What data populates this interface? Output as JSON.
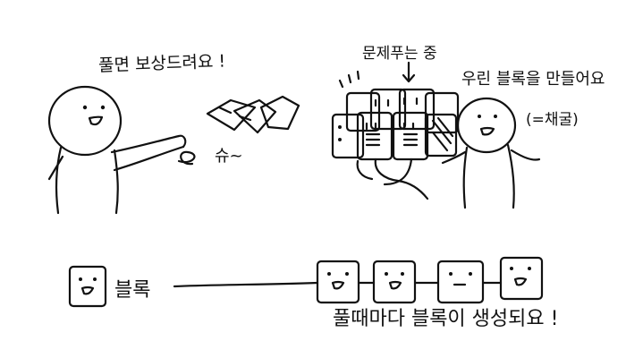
{
  "texts": {
    "reward_speech": "풀면 보상드려요 !",
    "toss_sound": "슈~",
    "solving_caption": "문제푸는 중",
    "making_blocks": "우린 블록을 만들어요",
    "mining_note": "(=채굴)",
    "block_label": "블록",
    "generated_caption": "풀때마다 블록이 생성되요 !"
  },
  "colors": {
    "ink": "#111111",
    "paper": "#ffffff"
  }
}
